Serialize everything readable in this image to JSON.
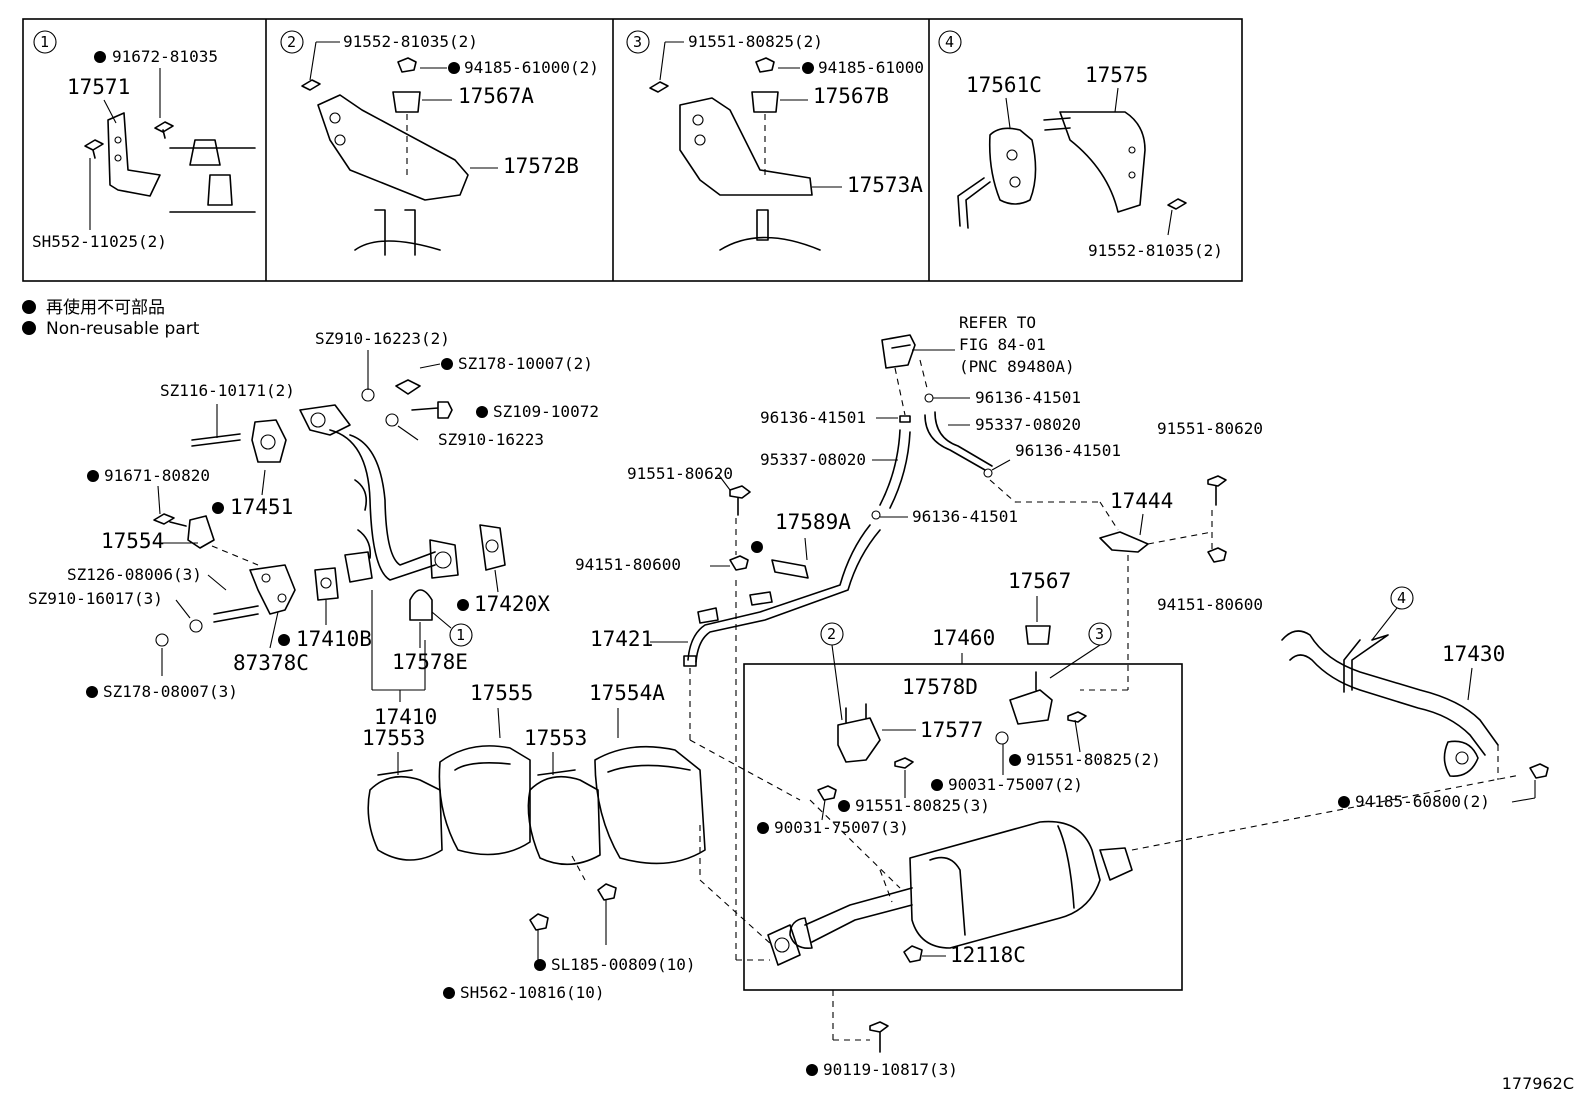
{
  "legend": {
    "jp": "再使用不可部品",
    "en": "Non-reusable part"
  },
  "figure_code": "177962C",
  "insets": {
    "1": {
      "num": "1",
      "parts": [
        "91672-81035",
        "17571",
        "SH552-11025(2)"
      ]
    },
    "2": {
      "num": "2",
      "parts": [
        "91552-81035(2)",
        "94185-61000(2)",
        "17567A",
        "17572B"
      ]
    },
    "3": {
      "num": "3",
      "parts": [
        "91551-80825(2)",
        "94185-61000",
        "17567B",
        "17573A"
      ]
    },
    "4": {
      "num": "4",
      "parts": [
        "17561C",
        "17575",
        "91552-81035(2)"
      ]
    }
  },
  "refer": {
    "line1": "REFER TO",
    "line2": "FIG 84-01",
    "line3": "(PNC 89480A)"
  },
  "labels": {
    "sz910_16223_2": "SZ910-16223(2)",
    "sz178_10007_2": "SZ178-10007(2)",
    "sz116_10171_2": "SZ116-10171(2)",
    "sz109_10072": "SZ109-10072",
    "sz910_16223": "SZ910-16223",
    "p91671_80820": "91671-80820",
    "p17451": "17451",
    "p17554": "17554",
    "sz126_08006_3": "SZ126-08006(3)",
    "sz910_16017_3": "SZ910-16017(3)",
    "p17420x": "17420X",
    "p17410b": "17410B",
    "p87378c": "87378C",
    "p17578e": "17578E",
    "sz178_08007_3": "SZ178-08007(3)",
    "p17410": "17410",
    "p17553a": "17553",
    "p17555": "17555",
    "p17553b": "17553",
    "p17554a": "17554A",
    "p96136_41501_a": "96136-41501",
    "p96136_41501_b": "96136-41501",
    "p95337_08020_a": "95337-08020",
    "p95337_08020_b": "95337-08020",
    "p96136_41501_c": "96136-41501",
    "p96136_41501_d": "96136-41501",
    "p91551_80620_a": "91551-80620",
    "p91551_80620_b": "91551-80620",
    "p17589a": "17589A",
    "p94151_80600_a": "94151-80600",
    "p94151_80600_b": "94151-80600",
    "p17444": "17444",
    "p17567": "17567",
    "p17421": "17421",
    "p17460": "17460",
    "p17578d": "17578D",
    "p17577": "17577",
    "p91551_80825_2": "91551-80825(2)",
    "p90031_75007_2": "90031-75007(2)",
    "p91551_80825_3": "91551-80825(3)",
    "p90031_75007_3": "90031-75007(3)",
    "p17430": "17430",
    "p94185_60800_2": "94185-60800(2)",
    "sl185_00809_10": "SL185-00809(10)",
    "sh562_10816_10": "SH562-10816(10)",
    "p12118c": "12118C",
    "p90119_10817_3": "90119-10817(3)",
    "c1": "1",
    "c2": "2",
    "c3": "3",
    "c4": "4"
  }
}
